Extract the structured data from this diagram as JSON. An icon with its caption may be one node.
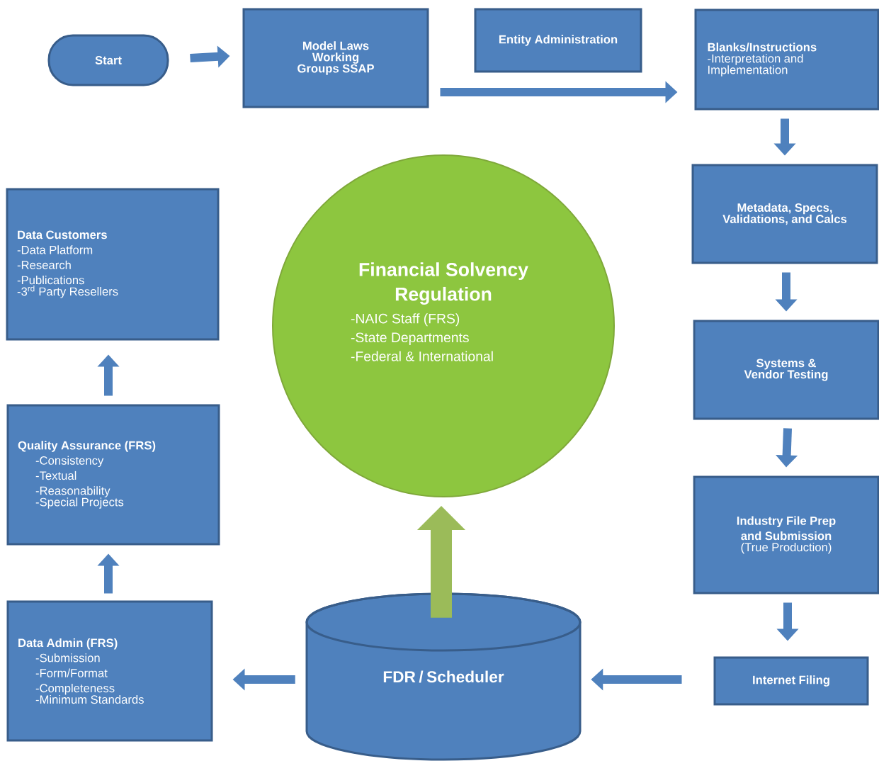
{
  "diagram": {
    "nodes": [
      {
        "text": [
          "Start"
        ]
      },
      {
        "text": [
          "Model Laws Working Groups SSAP"
        ]
      },
      {
        "text": [
          "Entity Administration"
        ]
      },
      {
        "text": [
          "Blanks/Instructions",
          "-Interpretation and Implementation"
        ]
      },
      {
        "text": [
          "Metadata, Specs, Validations, and Calcs"
        ]
      },
      {
        "text": [
          "Systems & Vendor Testing"
        ]
      },
      {
        "text": [
          "Industry File Prep and Submission",
          "(True Production)"
        ]
      },
      {
        "text": [
          "Internet Filing"
        ]
      },
      {
        "text": [
          "FDR / Scheduler"
        ]
      },
      {
        "text": [
          "Data Admin (FRS)",
          "-Submission",
          "-Form/Format",
          "-Completeness",
          "-Minimum Standards"
        ]
      },
      {
        "text": [
          "Quality Assurance (FRS)",
          "-Consistency",
          "-Textual",
          "-Reasonability",
          "-Special Projects"
        ]
      },
      {
        "text": [
          "Data Customers",
          "-Data Platform",
          "-Research",
          "-Publications",
          "-3$^{rd}$ Party Resellers"
        ]
      },
      {
        "text": [
          "Financial Solvency Regulation",
          "-NAIC Staff (FRS)",
          "-State Departments",
          "-Federal & International"
        ]
      }
    ],
    "edges": [
      {
        "from": 0,
        "to": 1,
        "arrow": "to"
      },
      {
        "from": 1,
        "to": 3,
        "arrow": "to"
      },
      {
        "from": 3,
        "to": 4,
        "arrow": "to"
      },
      {
        "from": 4,
        "to": 5,
        "arrow": "to"
      },
      {
        "from": 5,
        "to": 6,
        "arrow": "to"
      },
      {
        "from": 6,
        "to": 7,
        "arrow": "to"
      },
      {
        "from": 7,
        "to": 8,
        "arrow": "to"
      },
      {
        "from": 8,
        "to": 9,
        "arrow": "to"
      },
      {
        "from": 9,
        "to": 10,
        "arrow": "to"
      },
      {
        "from": 10,
        "to": 11,
        "arrow": "to"
      },
      {
        "from": 8,
        "to": 12,
        "arrow": "to",
        "style": "thick",
        "color": "#9bbb59"
      }
    ]
  }
}
